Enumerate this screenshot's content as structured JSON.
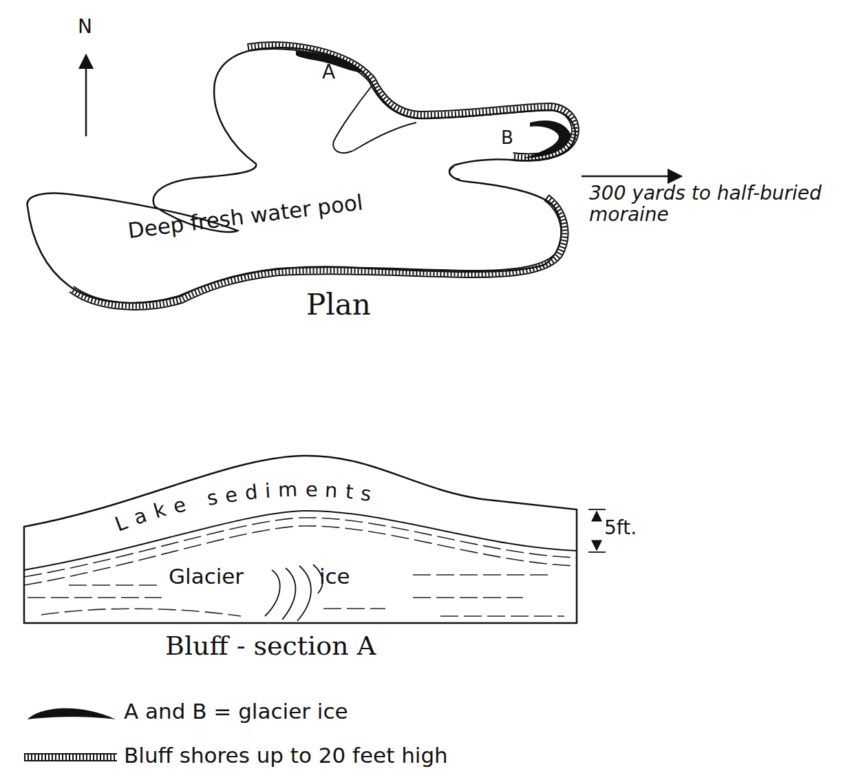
{
  "diagram": {
    "labels": [
      "N",
      "A",
      "B",
      "Deep fresh water pool",
      "Plan",
      "300 yards to half-buried moraine",
      "Lake sediments",
      "Glacier ice",
      "5ft.",
      "Bluff - section A"
    ],
    "legend": [
      {
        "text": "A and B = glacier ice"
      },
      {
        "text": "Bluff shores up to 20 feet high"
      }
    ]
  }
}
